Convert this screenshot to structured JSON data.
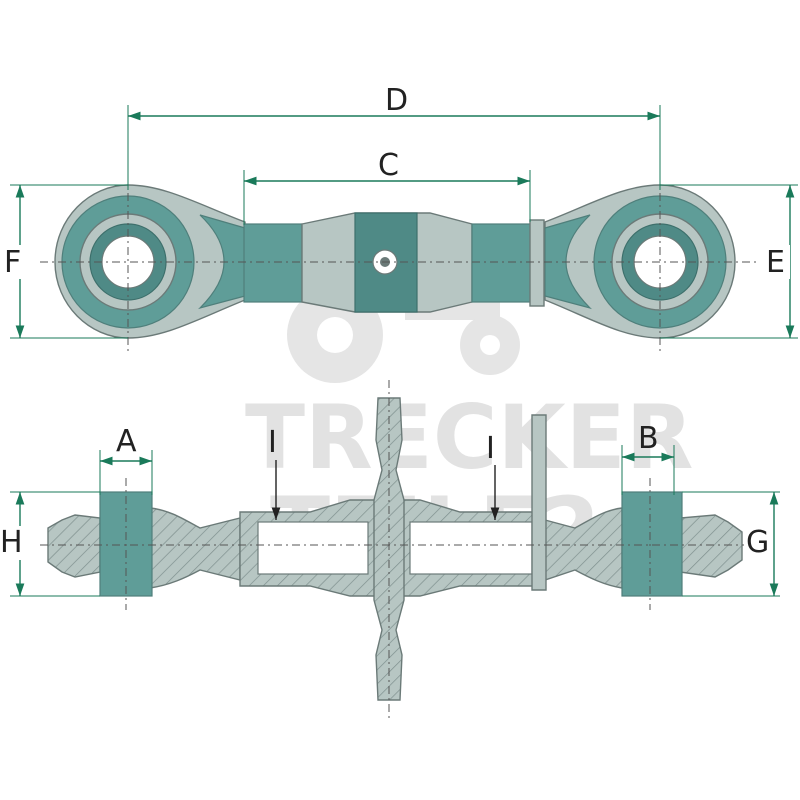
{
  "watermark": {
    "line1": "TRECKER",
    "line2": "TEILE24"
  },
  "labels": {
    "A": "A",
    "B": "B",
    "C": "C",
    "D": "D",
    "E": "E",
    "F": "F",
    "G": "G",
    "H": "H",
    "I_left": "I",
    "I_right": "I"
  },
  "colors": {
    "dimension_lines": "#1a7a5a",
    "part_body": "#b7c6c3",
    "part_teal": "#5f9d98",
    "watermark": "#d9d9d9"
  }
}
